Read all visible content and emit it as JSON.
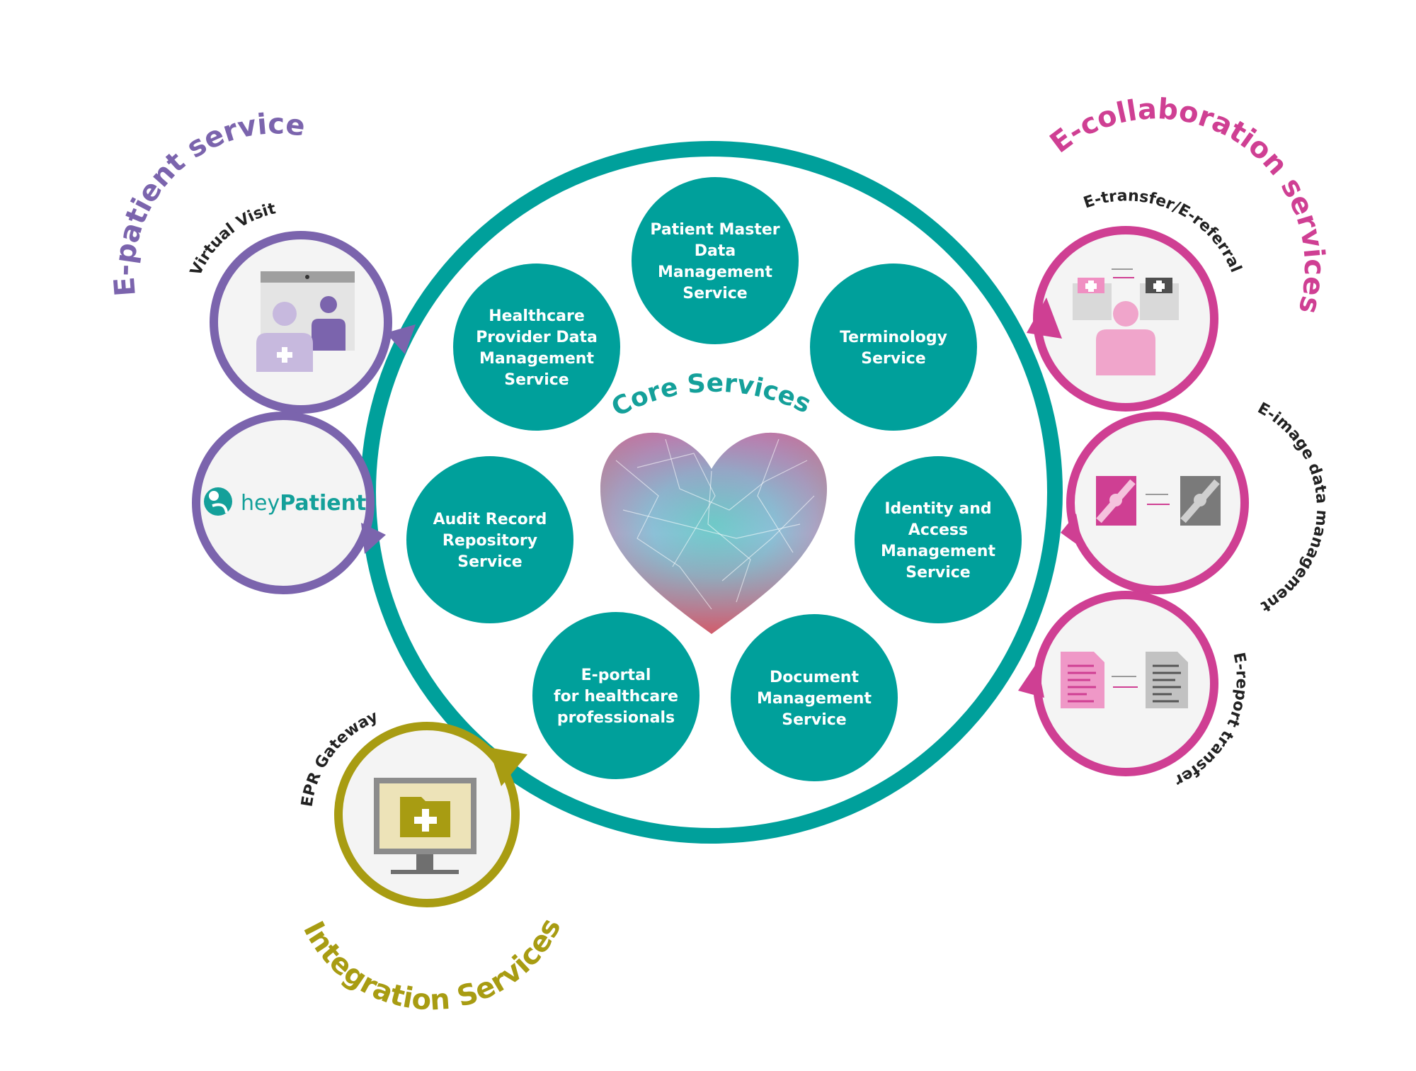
{
  "colors": {
    "core": "#00a09b",
    "patient": "#7b64ad",
    "collab": "#cf3f93",
    "integration": "#a89c12",
    "node_fill": "#f4f4f4"
  },
  "core": {
    "title": "Core Services",
    "services": [
      {
        "id": "patient-master",
        "lines": [
          "Patient Master",
          "Data",
          "Management",
          "Service"
        ]
      },
      {
        "id": "terminology",
        "lines": [
          "Terminology",
          "Service"
        ]
      },
      {
        "id": "identity-access",
        "lines": [
          "Identity and",
          "Access",
          "Management",
          "Service"
        ]
      },
      {
        "id": "document-management",
        "lines": [
          "Document",
          "Management",
          "Service"
        ]
      },
      {
        "id": "e-portal",
        "lines": [
          "E-portal",
          "for healthcare",
          "professionals"
        ]
      },
      {
        "id": "audit-record",
        "lines": [
          "Audit Record",
          "Repository",
          "Service"
        ]
      },
      {
        "id": "healthcare-provider",
        "lines": [
          "Healthcare",
          "Provider Data",
          "Management",
          "Service"
        ]
      }
    ]
  },
  "groups": {
    "patient": {
      "title": "E-patient services",
      "nodes": [
        {
          "id": "virtual-visit",
          "label": "Virtual Visit",
          "icon": "video-call-icon"
        },
        {
          "id": "heypatient",
          "label": "",
          "brand_prefix": "hey",
          "brand_suffix": "Patient",
          "icon": "heypatient-logo"
        }
      ]
    },
    "collab": {
      "title": "E-collaboration services",
      "nodes": [
        {
          "id": "e-transfer",
          "label": "E-transfer/E-referral",
          "icon": "hospital-transfer-icon"
        },
        {
          "id": "e-image",
          "label": "E-image data management",
          "icon": "image-exchange-icon"
        },
        {
          "id": "e-report",
          "label": "E-report transfer",
          "icon": "document-exchange-icon"
        }
      ]
    },
    "integration": {
      "title": "Integration Services",
      "nodes": [
        {
          "id": "epr-gateway",
          "label": "EPR Gateway",
          "icon": "monitor-folder-icon"
        }
      ]
    }
  }
}
